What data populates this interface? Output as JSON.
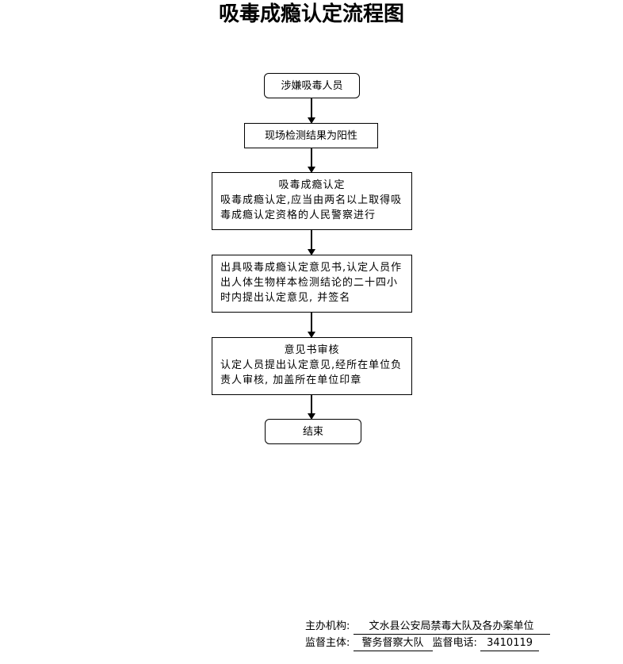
{
  "title": "吸毒成瘾认定流程图",
  "steps": [
    {
      "text": "涉嫌吸毒人员"
    },
    {
      "text": "现场检测结果为阳性"
    },
    {
      "heading": "吸毒成瘾认定",
      "lines": [
        "吸毒成瘾认定,应当由两名以上取得吸",
        "毒成瘾认定资格的人民警察进行"
      ]
    },
    {
      "lines": [
        "出具吸毒成瘾认定意见书,认定人员作",
        "出人体生物样本检测结论的二十四小",
        "时内提出认定意见, 并签名"
      ]
    },
    {
      "heading": "意见书审核",
      "lines": [
        "认定人员提出认定意见,经所在单位负",
        "责人审核, 加盖所在单位印章"
      ]
    },
    {
      "text": "结束"
    }
  ],
  "footer": {
    "host_label": "主办机构:",
    "host_value": "文水县公安局禁毒大队及各办案单位",
    "supervisor_label": "监督主体:",
    "supervisor_value": "警务督察大队",
    "phone_label": "监督电话:",
    "phone_value": "3410119"
  }
}
